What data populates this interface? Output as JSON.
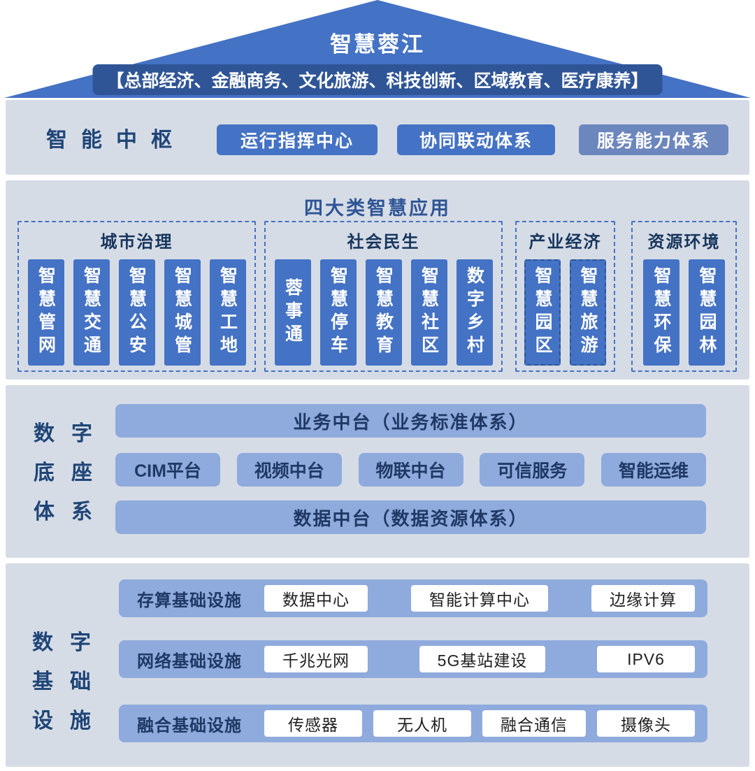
{
  "colors": {
    "roof_blue": "#4472C4",
    "subtitle_bar_blue": "#2F5597",
    "band_background": "#D6DCE6",
    "box_blue": "#4472C4",
    "box_blue_muted": "#6C86BE",
    "light_blue": "#8FAADC",
    "dark_blue_label": "#1F4577",
    "navy_text": "#1F3864"
  },
  "roof": {
    "title": "智慧蓉江",
    "subtitle": "【总部经济、金融商务、文化旅游、科技创新、区域教育、医疗康养】"
  },
  "hub": {
    "label": "智能中枢",
    "items": [
      "运行指挥中心",
      "协同联动体系",
      "服务能力体系"
    ]
  },
  "applications": {
    "title": "四大类智慧应用",
    "groups": [
      {
        "name": "城市治理",
        "items": [
          "智慧管网",
          "智慧交通",
          "智慧公安",
          "智慧城管",
          "智慧工地"
        ]
      },
      {
        "name": "社会民生",
        "items": [
          "蓉事通",
          "智慧停车",
          "智慧教育",
          "智慧社区",
          "数字乡村"
        ]
      },
      {
        "name": "产业经济",
        "items": [
          "智慧园区",
          "智慧旅游"
        ]
      },
      {
        "name": "资源环境",
        "items": [
          "智慧环保",
          "智慧园林"
        ]
      }
    ]
  },
  "digital_base": {
    "label_lines": [
      "数字",
      "底座",
      "体系"
    ],
    "top_bar": "业务中台（业务标准体系）",
    "platforms": [
      "CIM平台",
      "视频中台",
      "物联中台",
      "可信服务",
      "智能运维"
    ],
    "bottom_bar": "数据中台（数据资源体系）"
  },
  "infrastructure": {
    "label_lines": [
      "数字",
      "基础",
      "设施"
    ],
    "rows": [
      {
        "label": "存算基础设施",
        "items": [
          "数据中心",
          "智能计算中心",
          "边缘计算"
        ]
      },
      {
        "label": "网络基础设施",
        "items": [
          "千兆光网",
          "5G基站建设",
          "IPV6"
        ]
      },
      {
        "label": "融合基础设施",
        "items": [
          "传感器",
          "无人机",
          "融合通信",
          "摄像头"
        ]
      }
    ]
  }
}
